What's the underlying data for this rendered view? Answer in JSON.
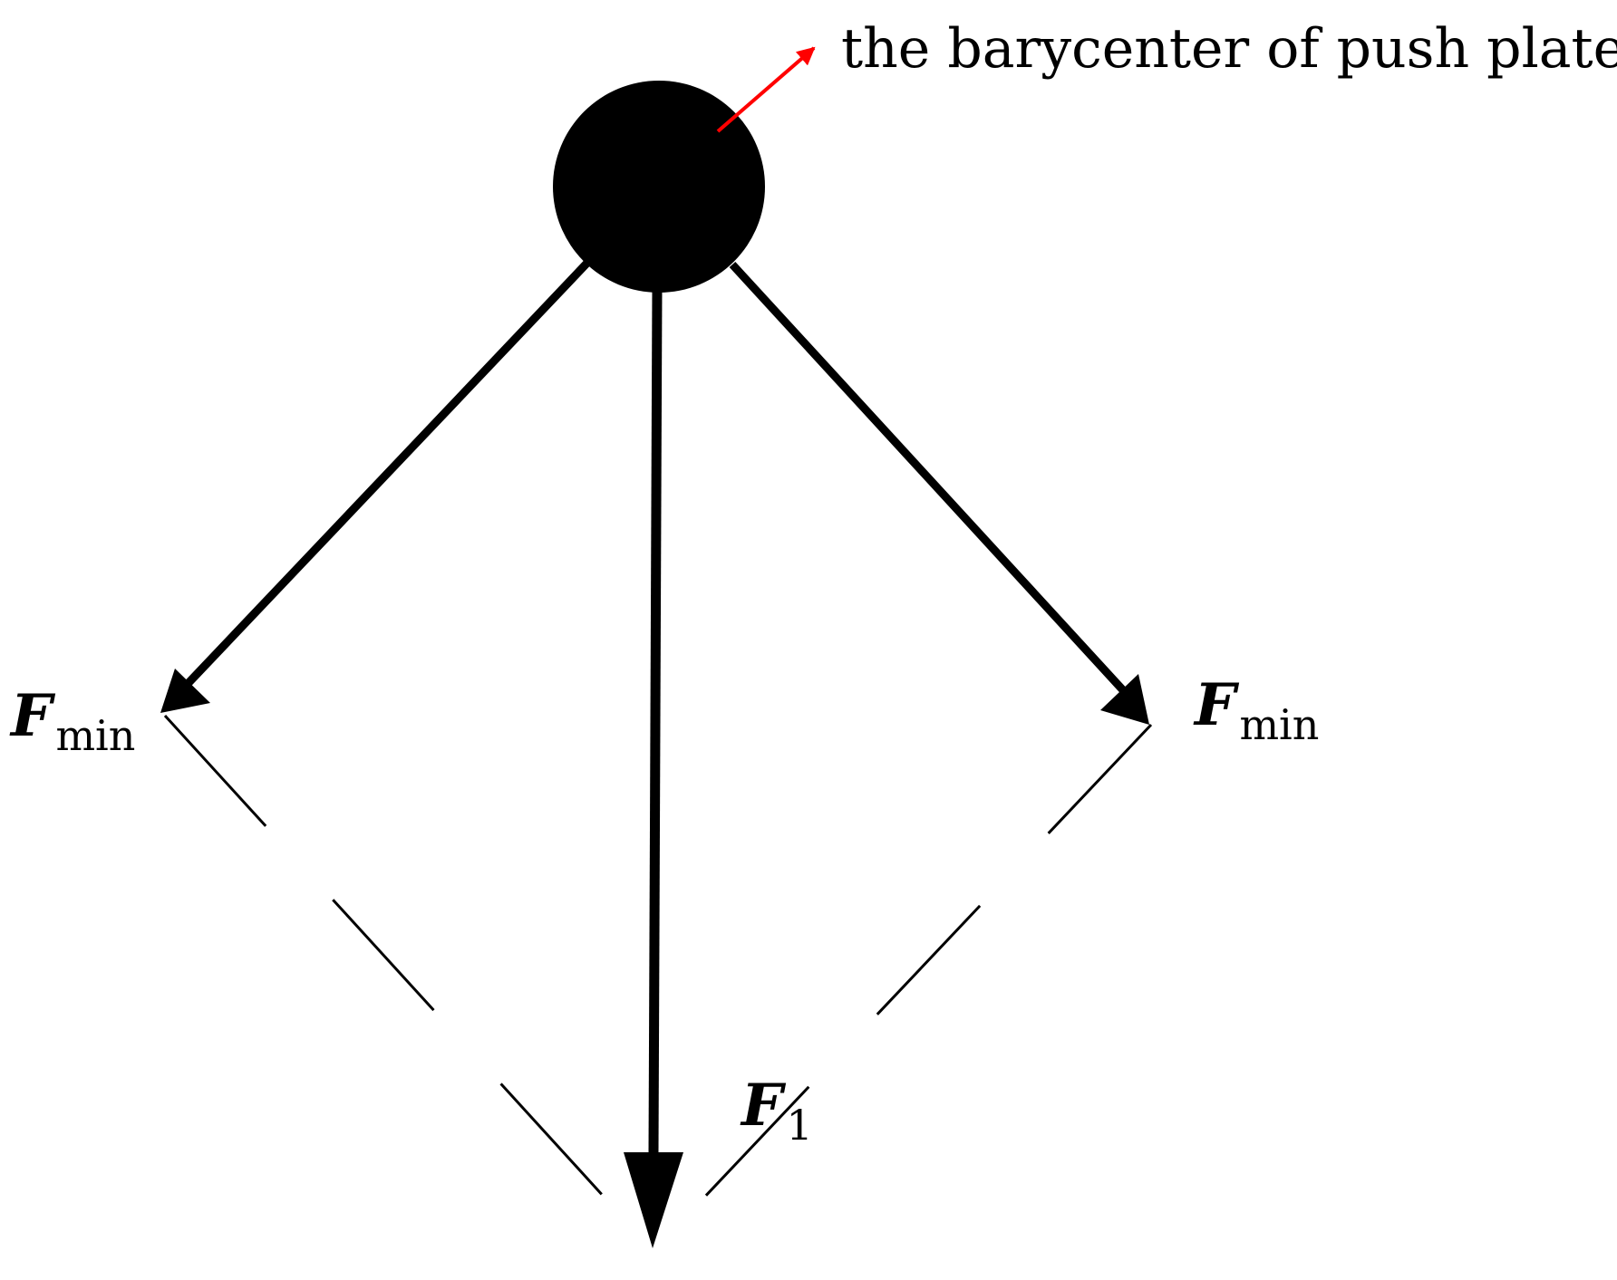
{
  "diagram": {
    "caption": "the barycenter of push plate",
    "labels": {
      "left": {
        "symbol": "F",
        "subscript": "min"
      },
      "right": {
        "symbol": "F",
        "subscript": "min"
      },
      "resultant": {
        "symbol": "F",
        "subscript": "1"
      }
    },
    "colors": {
      "stroke": "#000000",
      "pointer": "#ff0000",
      "background": "#ffffff"
    }
  }
}
